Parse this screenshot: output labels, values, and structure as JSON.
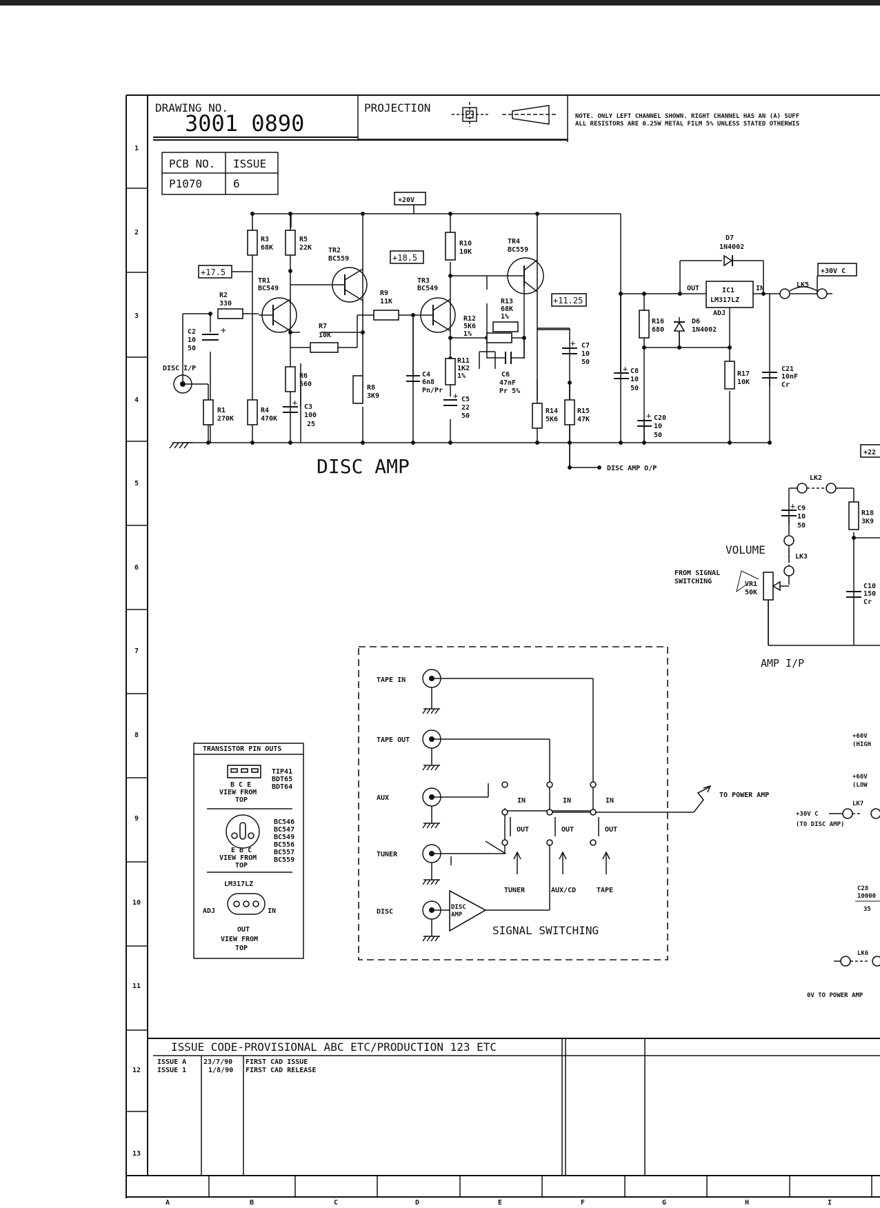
{
  "title_block": {
    "drawing_no_label": "DRAWING NO.",
    "drawing_no": "3001 0890",
    "projection_label": "PROJECTION",
    "note_line1": "NOTE. ONLY LEFT CHANNEL SHOWN. RIGHT CHANNEL HAS AN (A) SUFF",
    "note_line2": "ALL RESISTORS ARE 0.25W METAL FILM 5% UNLESS STATED OTHERWIS"
  },
  "pcb": {
    "pcb_label": "PCB NO.",
    "issue_label": "ISSUE",
    "pcb_no": "P1070",
    "issue": "6"
  },
  "grid": {
    "rows": [
      "1",
      "2",
      "3",
      "4",
      "5",
      "6",
      "7",
      "8",
      "9",
      "10",
      "11",
      "12",
      "13"
    ],
    "cols": [
      "A",
      "B",
      "C",
      "D",
      "E",
      "F",
      "G",
      "H",
      "I"
    ]
  },
  "disc_amp": {
    "title": "DISC AMP",
    "input_label": "DISC I/P",
    "output_label": "DISC AMP O/P",
    "rails": {
      "v20": "+20V",
      "v17_5": "+17.5",
      "v18_5": "+18.5",
      "v11_25": "+11.25"
    },
    "transistors": [
      {
        "ref": "TR1",
        "type": "BC549"
      },
      {
        "ref": "TR2",
        "type": "BC559"
      },
      {
        "ref": "TR3",
        "type": "BC549"
      },
      {
        "ref": "TR4",
        "type": "BC559"
      }
    ],
    "resistors": {
      "R1": [
        "R1",
        "270K"
      ],
      "R2": [
        "R2",
        "330"
      ],
      "R3": [
        "R3",
        "68K"
      ],
      "R4": [
        "R4",
        "470K"
      ],
      "R5": [
        "R5",
        "22K"
      ],
      "R6": [
        "R6",
        "560"
      ],
      "R7": [
        "R7",
        "10K"
      ],
      "R8": [
        "R8",
        "3K9"
      ],
      "R9": [
        "R9",
        "11K"
      ],
      "R10": [
        "R10",
        "10K"
      ],
      "R11": [
        "R11",
        "1K2",
        "1%"
      ],
      "R12": [
        "R12",
        "5K6",
        "1%"
      ],
      "R13": [
        "R13",
        "68K",
        "1%"
      ],
      "R14": [
        "R14",
        "5K6"
      ],
      "R15": [
        "R15",
        "47K"
      ]
    },
    "capacitors": {
      "C2": [
        "C2",
        "10",
        "50"
      ],
      "C3": [
        "C3",
        "100",
        "25"
      ],
      "C4": [
        "C4",
        "6n8",
        "Pn/Pr"
      ],
      "C5": [
        "C5",
        "22",
        "50"
      ],
      "C6": [
        "C6",
        "47nF",
        "Pr 5%"
      ],
      "C7": [
        "C7",
        "10",
        "50"
      ]
    }
  },
  "regulator": {
    "ic_ref": "IC1",
    "ic_type": "LM317LZ",
    "pin_out": "OUT",
    "pin_in": "IN",
    "pin_adj": "ADJ",
    "d7": [
      "D7",
      "1N4002"
    ],
    "d6": [
      "D6",
      "1N4002"
    ],
    "r16": [
      "R16",
      "680"
    ],
    "r17": [
      "R17",
      "10K"
    ],
    "c8": [
      "C8",
      "10",
      "50"
    ],
    "c20": [
      "C20",
      "10",
      "50"
    ],
    "c21": [
      "C21",
      "10nF",
      "Cr"
    ],
    "link": "LK5",
    "supply": "+30V C"
  },
  "volume": {
    "title": "VOLUME",
    "amp_ip": "AMP I/P",
    "from_line1": "FROM SIGNAL",
    "from_line2": "SWITCHING",
    "vr1": [
      "VR1",
      "50K"
    ],
    "lk2": "LK2",
    "lk3": "LK3",
    "c9": [
      "C9",
      "10",
      "50"
    ],
    "r18": [
      "R18",
      "3K9"
    ],
    "c10": [
      "C10",
      "150",
      "Cr"
    ],
    "plus22": "+22"
  },
  "right_edge": {
    "hi_1": "+60V",
    "hi_2": "(HIGH",
    "lo_1": "+60V",
    "lo_2": "(LOW",
    "lk7": "LK7",
    "c30_1": "+30V C",
    "c30_2": "(TO DISC AMP)",
    "c28_1": "C28",
    "c28_2": "10000",
    "c28_3": "35",
    "lk6": "LK6",
    "ov": "0V TO POWER AMP"
  },
  "signal_switching": {
    "title": "SIGNAL SWITCHING",
    "inputs": [
      "TAPE IN",
      "TAPE OUT",
      "AUX",
      "TUNER",
      "DISC"
    ],
    "disc_amp_1": "DISC",
    "disc_amp_2": "AMP",
    "switch_in": "IN",
    "switch_out": "OUT",
    "switch_names": [
      "TUNER",
      "AUX/CD",
      "TAPE"
    ],
    "to_power_amp": "TO POWER AMP"
  },
  "pinouts": {
    "title": "TRANSISTOR PIN OUTS",
    "g1_pins": "B C E",
    "g1_view1": "VIEW FROM",
    "g1_view2": "TOP",
    "g1_types": [
      "TIP41",
      "BDT65",
      "BDT64"
    ],
    "g2_pins": "E B C",
    "g2_view1": "VIEW FROM",
    "g2_view2": "TOP",
    "g2_types": [
      "BC546",
      "BC547",
      "BC549",
      "BC556",
      "BC557",
      "BC559"
    ],
    "g3_title": "LM317LZ",
    "g3_adj": "ADJ",
    "g3_in": "IN",
    "g3_out": "OUT",
    "g3_view1": "VIEW FROM",
    "g3_view2": "TOP"
  },
  "issue_block": {
    "header": "ISSUE CODE-PROVISIONAL ABC ETC/PRODUCTION 123 ETC",
    "rows": [
      {
        "issue": "ISSUE A",
        "date": "23/7/90",
        "desc": "FIRST CAD ISSUE"
      },
      {
        "issue": "ISSUE 1",
        "date": "1/8/90",
        "desc": "FIRST CAD RELEASE"
      }
    ]
  }
}
